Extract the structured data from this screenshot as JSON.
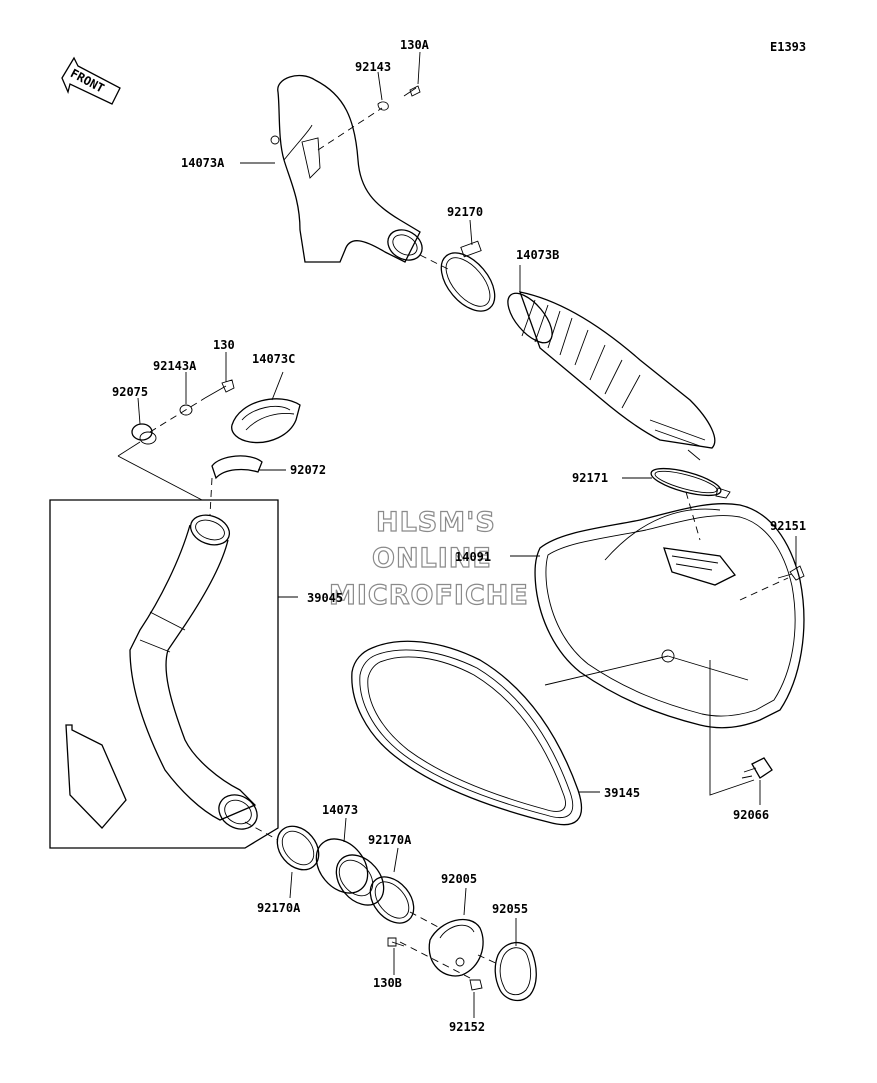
{
  "diagram_code": "E1393",
  "front_marker": "FRONT",
  "watermark": [
    "HLSM'S",
    "ONLINE",
    "MICROFICHE"
  ],
  "part_labels": {
    "p130A": "130A",
    "p92143": "92143",
    "p14073A": "14073A",
    "p92170": "92170",
    "p14073B": "14073B",
    "p130": "130",
    "p92143A": "92143A",
    "p14073C": "14073C",
    "p92075": "92075",
    "p92072": "92072",
    "p92171": "92171",
    "p92151": "92151",
    "p14091": "14091",
    "p39045": "39045",
    "p39145": "39145",
    "p92066": "92066",
    "p14073": "14073",
    "p92170A_top": "92170A",
    "p92170A_bottom": "92170A",
    "p92005": "92005",
    "p92055": "92055",
    "p130B": "130B",
    "p92152": "92152"
  }
}
